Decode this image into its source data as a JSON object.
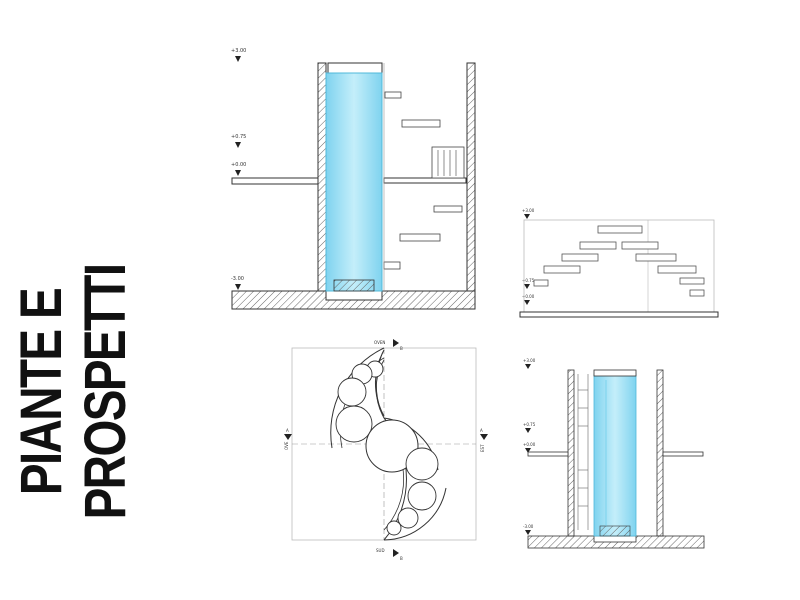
{
  "title": "PIANTE E PROSPETTI",
  "colors": {
    "water": "#a8e4f4",
    "water_edge": "#5fc8e8",
    "line": "#333333",
    "hatch": "#666666"
  },
  "section_main": {
    "levels": [
      "+3.00",
      "+0.75",
      "+0.00",
      "-3.00"
    ]
  },
  "elevation_right": {
    "levels": [
      "+3.00",
      "+0.75",
      "+0.00"
    ]
  },
  "section_small": {
    "levels": [
      "+3.00",
      "+0.75",
      "+0.00",
      "-3.00"
    ]
  },
  "plan": {
    "north": "OVEN",
    "south": "SUD",
    "east": "EST",
    "west": "OVE",
    "markers": [
      "A",
      "A",
      "B",
      "B"
    ]
  }
}
